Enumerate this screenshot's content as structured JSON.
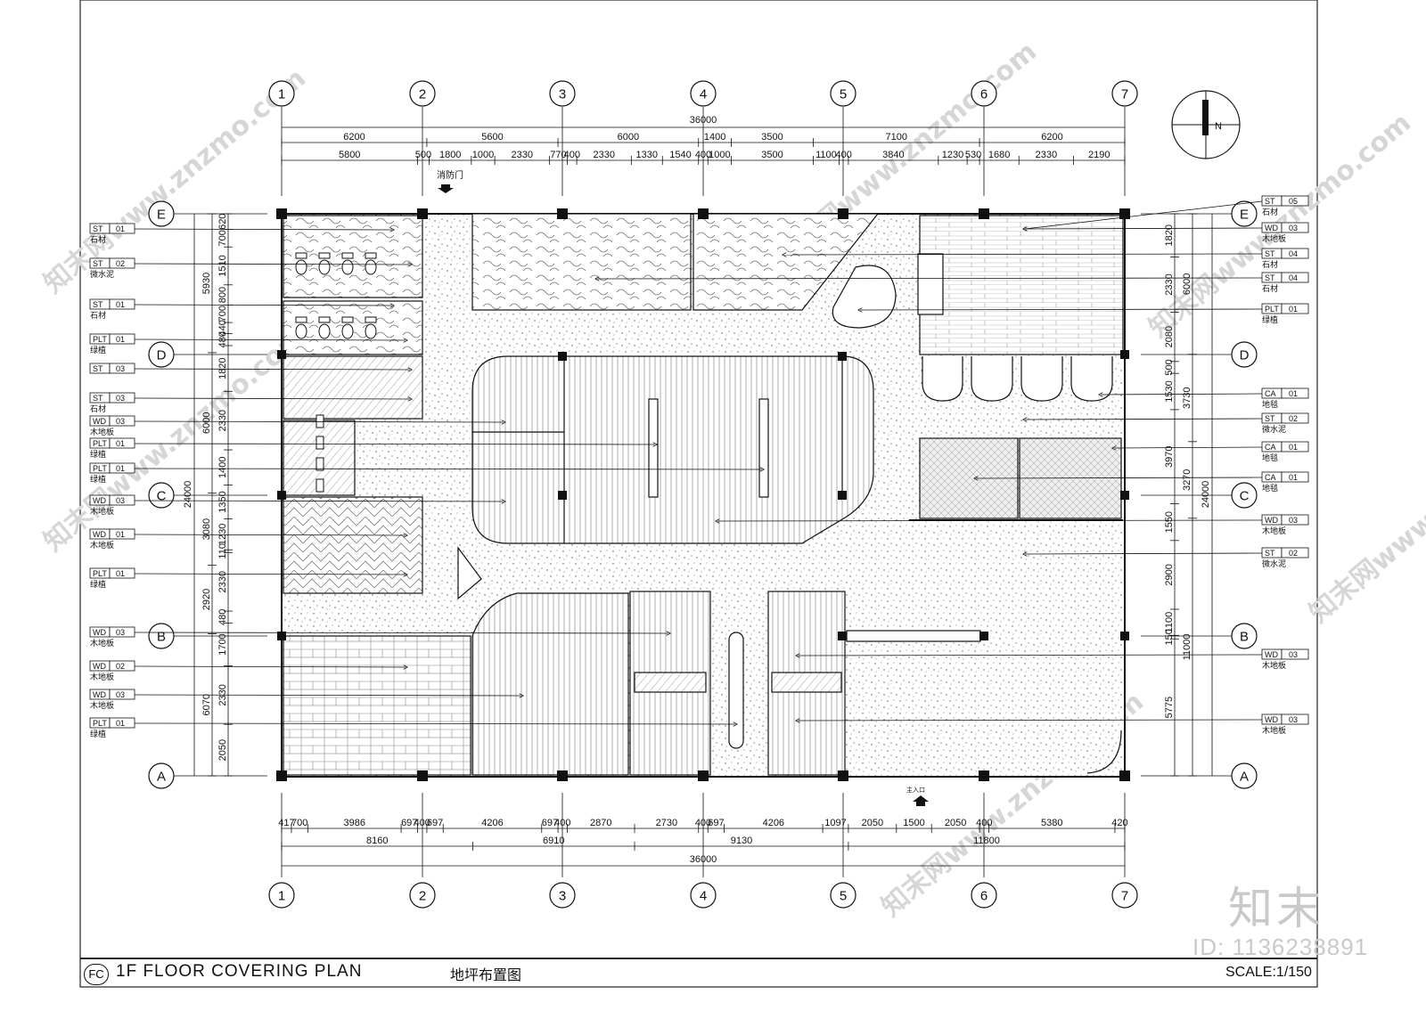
{
  "title": {
    "code": "FC",
    "main": "1F FLOOR COVERING PLAN",
    "chinese": "地坪布置图",
    "scale": "SCALE:1/150"
  },
  "brand": {
    "mark": "知末",
    "image_id": "ID: 1136238891",
    "watermark": "知末网www.znzmo.com"
  },
  "grid": {
    "columns": [
      "1",
      "2",
      "3",
      "4",
      "5",
      "6",
      "7"
    ],
    "rows": [
      "E",
      "D",
      "C",
      "B",
      "A"
    ]
  },
  "dimensions": {
    "top_total": "36000",
    "top_row1": [
      "6200",
      "5600",
      "6000",
      "1400",
      "3500",
      "7100",
      "6200"
    ],
    "top_row2": [
      "5800",
      "500",
      "1800",
      "1000",
      "2330",
      "770",
      "400",
      "2330",
      "1330",
      "1540",
      "400",
      "1000",
      "3500",
      "1100",
      "400",
      "3840",
      "1230",
      "530",
      "1680",
      "2330",
      "2190"
    ],
    "bottom_row1": [
      "417",
      "700",
      "3986",
      "697",
      "400",
      "697",
      "4206",
      "697",
      "400",
      "2870",
      "2730",
      "400",
      "697",
      "4206",
      "1097",
      "2050",
      "1500",
      "2050",
      "400",
      "5380",
      "420"
    ],
    "bottom_row2": [
      "8160",
      "6910",
      "9130",
      "11800"
    ],
    "bottom_total": "36000",
    "left_total": "24000",
    "left_segments": [
      "5930",
      "6000",
      "3080",
      "2920",
      "6070"
    ],
    "left_inner": [
      "620",
      "700",
      "1510",
      "800",
      "700",
      "440",
      "480",
      "1820",
      "2330",
      "1400",
      "1350",
      "1230",
      "110",
      "2330",
      "480",
      "1700",
      "2330",
      "2050"
    ],
    "right_total": "24000",
    "right_segments": [
      "6000",
      "3730",
      "3270",
      "11000"
    ],
    "right_inner": [
      "1820",
      "2330",
      "2080",
      "500",
      "1530",
      "3970",
      "1550",
      "2900",
      "1100",
      "150",
      "5775"
    ]
  },
  "labels": {
    "fire_door": "消防门",
    "main_entrance": "主入口",
    "north": "N"
  },
  "tags_left": [
    {
      "code": "ST",
      "num": "01",
      "name": "石材"
    },
    {
      "code": "ST",
      "num": "02",
      "name": "微水泥"
    },
    {
      "code": "ST",
      "num": "01",
      "name": "石材"
    },
    {
      "code": "PLT",
      "num": "01",
      "name": "绿植"
    },
    {
      "code": "ST",
      "num": "03",
      "name": ""
    },
    {
      "code": "ST",
      "num": "03",
      "name": "石材"
    },
    {
      "code": "WD",
      "num": "03",
      "name": "木地板"
    },
    {
      "code": "PLT",
      "num": "01",
      "name": "绿植"
    },
    {
      "code": "PLT",
      "num": "01",
      "name": "绿植"
    },
    {
      "code": "WD",
      "num": "03",
      "name": "木地板"
    },
    {
      "code": "WD",
      "num": "01",
      "name": "木地板"
    },
    {
      "code": "PLT",
      "num": "01",
      "name": "绿植"
    },
    {
      "code": "WD",
      "num": "03",
      "name": "木地板"
    },
    {
      "code": "WD",
      "num": "02",
      "name": "木地板"
    },
    {
      "code": "WD",
      "num": "03",
      "name": "木地板"
    },
    {
      "code": "PLT",
      "num": "01",
      "name": "绿植"
    }
  ],
  "tags_right": [
    {
      "code": "ST",
      "num": "05",
      "name": "石材"
    },
    {
      "code": "WD",
      "num": "03",
      "name": "木地板"
    },
    {
      "code": "ST",
      "num": "04",
      "name": "石材"
    },
    {
      "code": "ST",
      "num": "04",
      "name": "石材"
    },
    {
      "code": "PLT",
      "num": "01",
      "name": "绿植"
    },
    {
      "code": "CA",
      "num": "01",
      "name": "地毯"
    },
    {
      "code": "ST",
      "num": "02",
      "name": "微水泥"
    },
    {
      "code": "CA",
      "num": "01",
      "name": "地毯"
    },
    {
      "code": "CA",
      "num": "01",
      "name": "地毯"
    },
    {
      "code": "WD",
      "num": "03",
      "name": "木地板"
    },
    {
      "code": "ST",
      "num": "02",
      "name": "微水泥"
    },
    {
      "code": "WD",
      "num": "03",
      "name": "木地板"
    },
    {
      "code": "WD",
      "num": "03",
      "name": "木地板"
    }
  ]
}
